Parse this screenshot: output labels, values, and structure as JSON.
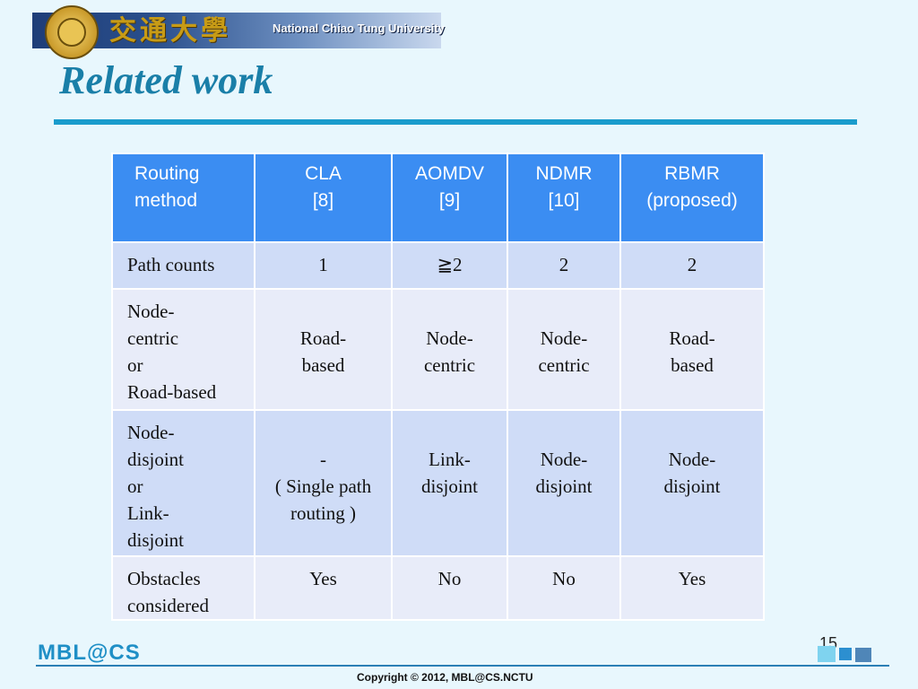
{
  "header": {
    "calligraphy": "交通大學",
    "university_name": "National Chiao Tung University"
  },
  "slide": {
    "title": "Related work",
    "page_number": "15"
  },
  "table": {
    "headers": [
      [
        "Routing",
        "method"
      ],
      [
        "CLA",
        "[8]"
      ],
      [
        "AOMDV",
        "[9]"
      ],
      [
        "NDMR",
        "[10]"
      ],
      [
        "RBMR",
        "(proposed)"
      ]
    ],
    "rows": [
      {
        "label": [
          "Path counts"
        ],
        "values": [
          [
            "1"
          ],
          [
            "≧2"
          ],
          [
            "2"
          ],
          [
            "2"
          ]
        ]
      },
      {
        "label": [
          "Node-",
          "centric",
          "or",
          "Road-based"
        ],
        "values": [
          [
            "",
            "Road-",
            "based"
          ],
          [
            "",
            "Node-",
            "centric"
          ],
          [
            "",
            "Node-",
            "centric"
          ],
          [
            "",
            "Road-",
            "based"
          ]
        ]
      },
      {
        "label": [
          "Node-",
          "disjoint",
          "or",
          "Link-",
          "disjoint"
        ],
        "values": [
          [
            "",
            "-",
            "( Single path",
            "routing )"
          ],
          [
            "",
            "Link-",
            "disjoint"
          ],
          [
            "",
            "Node-",
            "disjoint"
          ],
          [
            "",
            "Node-",
            "disjoint"
          ]
        ]
      },
      {
        "label": [
          "Obstacles",
          "considered"
        ],
        "values": [
          [
            "Yes"
          ],
          [
            "No"
          ],
          [
            "No"
          ],
          [
            "Yes"
          ]
        ]
      }
    ]
  },
  "footer": {
    "logo_text": "MBL@CS",
    "copyright": "Copyright © 2012, MBL@CS.NCTU"
  },
  "colors": {
    "background": "#e8f7fd",
    "title": "#1a7fa8",
    "header_cell": "#3b8df2",
    "row_odd": "#cfdcf7",
    "row_even": "#e8ecf9"
  }
}
